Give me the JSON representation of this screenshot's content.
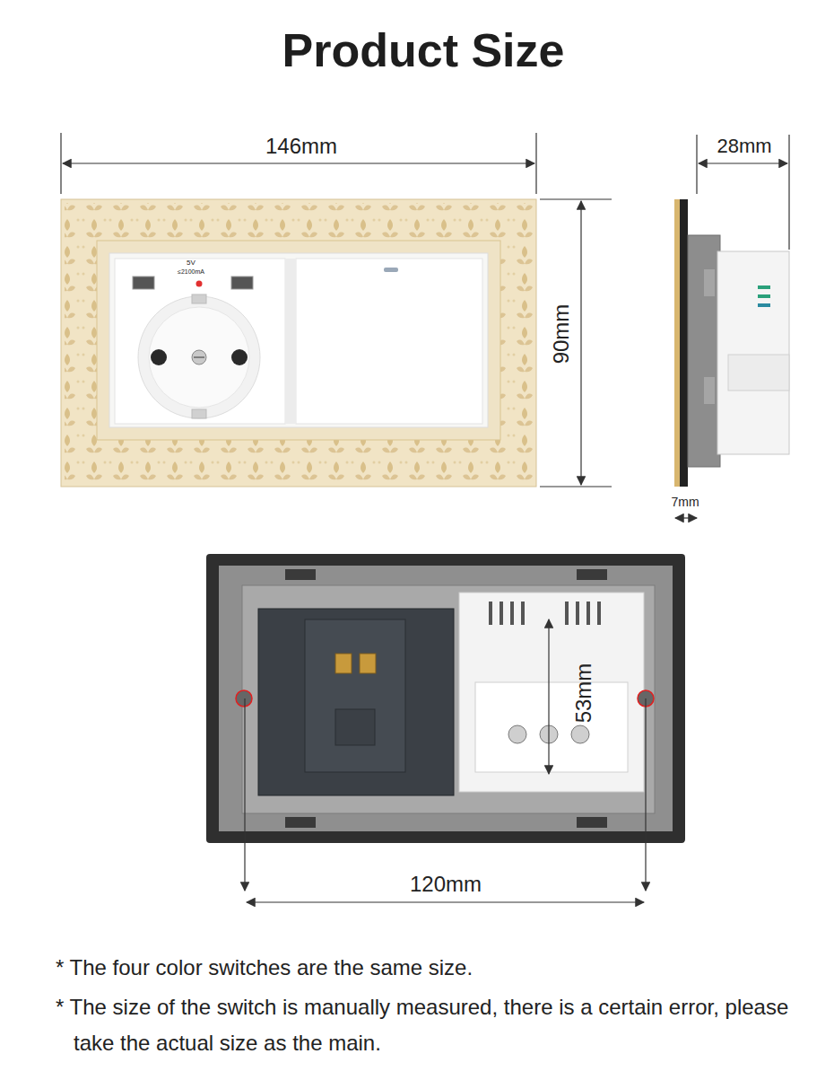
{
  "diagram": {
    "title": "Product Size",
    "labels": [
      "146mm",
      "28mm",
      "90mm",
      "7mm",
      "5V",
      "≤2100mA",
      "53mm",
      "120mm",
      "* The four color switches are the same size.",
      "* The size of the switch is manually measured, there is a certain error, please take the actual size as the main."
    ]
  }
}
